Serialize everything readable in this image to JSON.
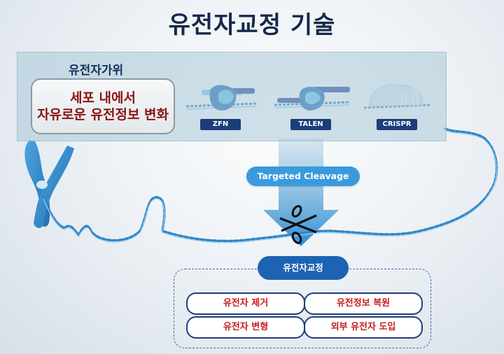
{
  "title": "유전자교정 기술",
  "panel": {
    "label": "유전자가위",
    "change_line1": "세포 내에서",
    "change_line2": "자유로운 유전정보 변화",
    "tools": [
      "ZFN",
      "TALEN",
      "CRISPR"
    ]
  },
  "cleavage_label": "Targeted Cleavage",
  "center_label": "유전자교정",
  "actions": [
    "유전자 제거",
    "유전정보 복원",
    "유전자 변형",
    "외부 유전자 도입"
  ],
  "colors": {
    "title": "#16294a",
    "panel_text": "#17305a",
    "highlight_red": "#8b1414",
    "action_red": "#c81d1d",
    "pill_blue": "#1d63b4",
    "cleavage_blue": "#3a9bdc",
    "tool_label_bg": "#1b3d7a",
    "dna_blue": "#2f86c8"
  }
}
